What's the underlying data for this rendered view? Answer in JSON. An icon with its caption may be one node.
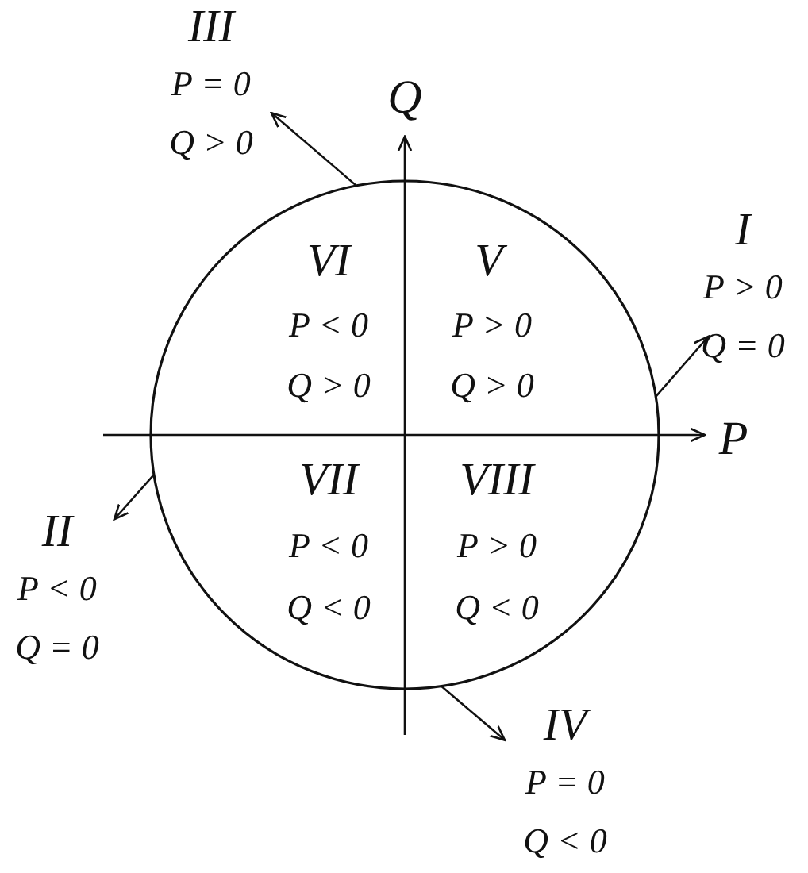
{
  "diagram": {
    "nodes": [
      {
        "text": [],
        "shape": "circle"
      },
      {
        "text": [
          "I",
          "P > 0",
          "Q = 0"
        ]
      },
      {
        "text": [
          "II",
          "P < 0",
          "Q = 0"
        ]
      },
      {
        "text": [
          "III",
          "P = 0",
          "Q > 0"
        ]
      },
      {
        "text": [
          "IV",
          "P = 0",
          "Q < 0"
        ]
      }
    ],
    "edges": [
      {
        "from": 0,
        "to": 1,
        "arrow": "to"
      },
      {
        "from": 0,
        "to": 2,
        "arrow": "to"
      },
      {
        "from": 0,
        "to": 3,
        "arrow": "to"
      },
      {
        "from": 0,
        "to": 4,
        "arrow": "to"
      }
    ],
    "labels": [
      "Q",
      "VI",
      "V",
      "P < 0",
      "P > 0",
      "Q > 0",
      "Q > 0",
      "P",
      "VII",
      "VIII",
      "P < 0",
      "P > 0",
      "Q < 0",
      "Q < 0"
    ]
  }
}
